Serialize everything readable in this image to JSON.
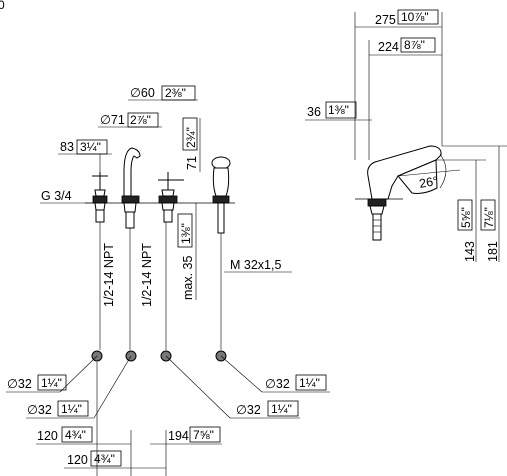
{
  "corner_label": "0",
  "front_view": {
    "d60": "∅60",
    "d60_inch": "2⅜\"",
    "d71": "∅71",
    "d71_inch": "2⅞\"",
    "h71": "71",
    "h71_inch": "2¾\"",
    "w83": "83",
    "w83_inch": "3¼\"",
    "thread_g": "G 3/4",
    "npt_left": "1/2-14 NPT",
    "npt_right": "1/2-14 NPT",
    "max35": "max. 35",
    "max35_inch": "1⅜\"",
    "m32": "M 32x1,5"
  },
  "side_view": {
    "w275": "275",
    "w275_inch": "10⅞\"",
    "w224": "224",
    "w224_inch": "8⅞\"",
    "h36": "36",
    "h36_inch": "1⅜\"",
    "angle": "26°",
    "h143": "143",
    "h143_inch": "5⅝\"",
    "h181": "181",
    "h181_inch": "7⅛\""
  },
  "holes": {
    "d32_right_top": "∅32",
    "d32_right_top_inch": "1¼\"",
    "d32_left_top": "∅32",
    "d32_left_top_inch": "1¼\"",
    "d32_left_mid": "∅32",
    "d32_left_mid_inch": "1¼\"",
    "d32_right_mid": "∅32",
    "d32_right_mid_inch": "1¼\"",
    "w120_a": "120",
    "w120_a_inch": "4¾\"",
    "w194": "194",
    "w194_inch": "7⅝\"",
    "w120_b": "120",
    "w120_b_inch": "4¾\""
  }
}
